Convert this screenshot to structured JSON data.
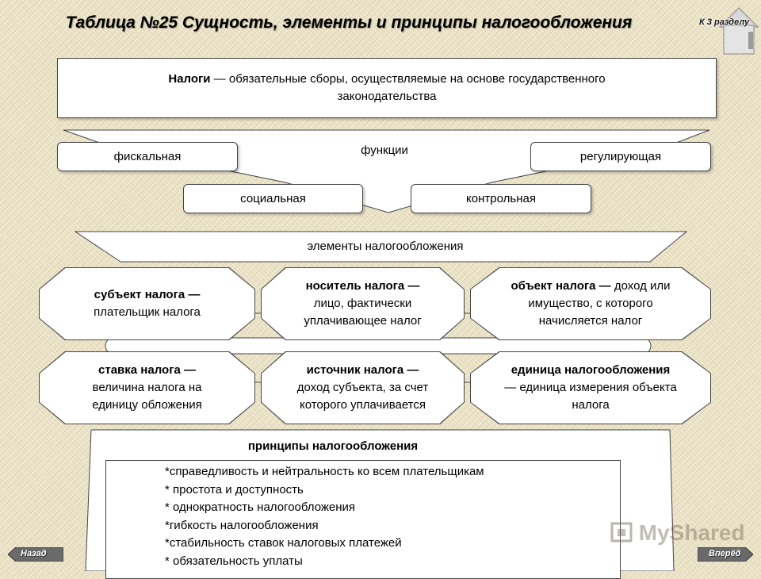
{
  "title": "Таблица №25 Сущность, элементы и принципы налогообложения",
  "nav": {
    "home": "К 3 разделу",
    "back": "Назад",
    "forward": "Вперёд"
  },
  "definition": {
    "term": "Налоги",
    "text": " — обязательные сборы, осуществляемые на основе государственного законодательства"
  },
  "functions": {
    "label": "функции",
    "items": [
      "фискальная",
      "регулирующая",
      "социальная",
      "контрольная"
    ]
  },
  "elements": {
    "label": "элементы налогообложения",
    "items": [
      {
        "term": "субъект налога —",
        "text": "плательщик налога"
      },
      {
        "term": "носитель налога —",
        "text": "лицо, фактически уплачивающее налог"
      },
      {
        "term": "объект налога —",
        "text": " доход или имущество, с которого начисляется налог"
      },
      {
        "term": "ставка налога —",
        "text": "величина налога на единицу обложения"
      },
      {
        "term": "источник налога —",
        "text": "доход субъекта, за счет которого уплачивается"
      },
      {
        "term": "единица налогообложения",
        "text": "— единица измерения объекта налога"
      }
    ]
  },
  "principles": {
    "label": "принципы налогообложения",
    "items": [
      "*справедливость и нейтральность ко всем плательщикам",
      "* простота и доступность",
      "* однократность налогообложения",
      "*гибкость налогообложения",
      "*стабильность ставок налоговых платежей",
      "* обязательность уплаты"
    ]
  },
  "watermark": "MyShared"
}
